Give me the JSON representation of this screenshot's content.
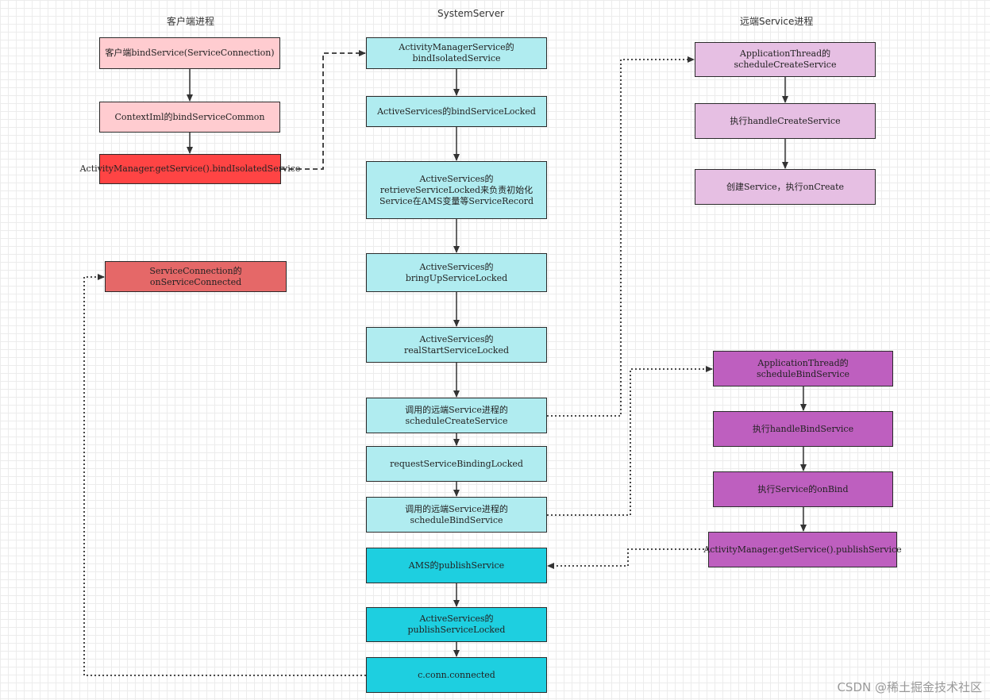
{
  "columns": {
    "client": "客户端进程",
    "system": "SystemServer",
    "remote": "远端Service进程"
  },
  "colors": {
    "client_pink": "#ffccd0",
    "client_red": "#ff4444",
    "client_salmon": "#e56868",
    "system_light": "#b0ecf0",
    "system_cyan": "#1ecfe0",
    "remote_lilac": "#e6bfe3",
    "remote_purple": "#be5fbf"
  },
  "nodes": {
    "client_bind": "客户端bindService(ServiceConnection)",
    "context_impl": "ContextIml的bindServiceCommon",
    "am_bind_isolated": "ActivityManager.getService().bindIsolatedService",
    "service_connected": "ServiceConnection的onServiceConnected",
    "ams_bind_isolated": "ActivityManagerService的bindIsolatedService",
    "bind_service_locked": "ActiveServices的bindServiceLocked",
    "retrieve_service_locked": "ActiveServices的retrieveServiceLocked来负责初始化Service在AMS变量等ServiceRecord",
    "bring_up_service_locked": "ActiveServices的bringUpServiceLocked",
    "real_start_service_locked": "ActiveServices的realStartServiceLocked",
    "call_schedule_create": "调用的远端Service进程的scheduleCreateService",
    "request_service_binding": "requestServiceBindingLocked",
    "call_schedule_bind": "调用的远端Service进程的scheduleBindService",
    "ams_publish_service": "AMS的publishService",
    "publish_service_locked": "ActiveServices的publishServiceLocked",
    "conn_connected": "c.conn.connected",
    "app_thread_schedule_create": "ApplicationThread的scheduleCreateService",
    "handle_create_service": "执行handleCreateService",
    "create_service_oncreate": "创建Service，执行onCreate",
    "app_thread_schedule_bind": "ApplicationThread的scheduleBindService",
    "handle_bind_service": "执行handleBindService",
    "service_onbind": "执行Service的onBind",
    "am_publish_service": "ActivityManager.getService().publishService"
  },
  "watermark": "CSDN @稀土掘金技术社区"
}
